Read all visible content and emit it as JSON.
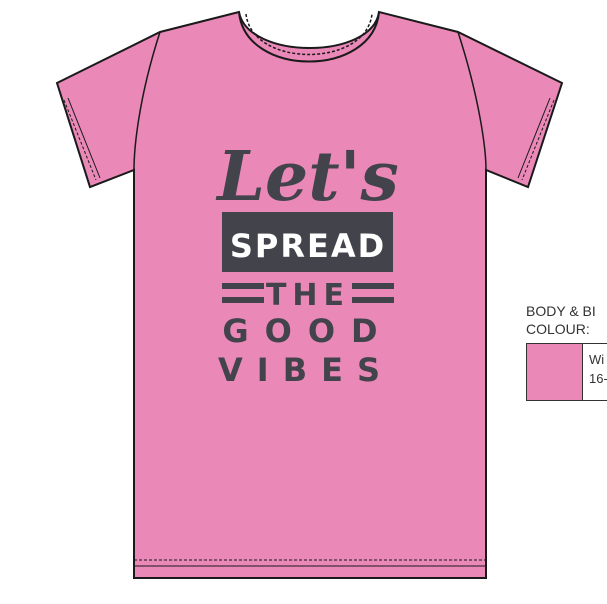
{
  "colors": {
    "body": "#ea88b8",
    "ink": "#43434b",
    "outline": "#1a1a1a"
  },
  "graphic": {
    "line1": "Let's",
    "line2": "SPREAD",
    "line3": "THE",
    "line4": "GOOD",
    "line5": "VIBES"
  },
  "swatch": {
    "label_line1": "BODY & BI",
    "label_line2": "COLOUR:",
    "name_line1": "Wi",
    "name_line2": "16-"
  }
}
